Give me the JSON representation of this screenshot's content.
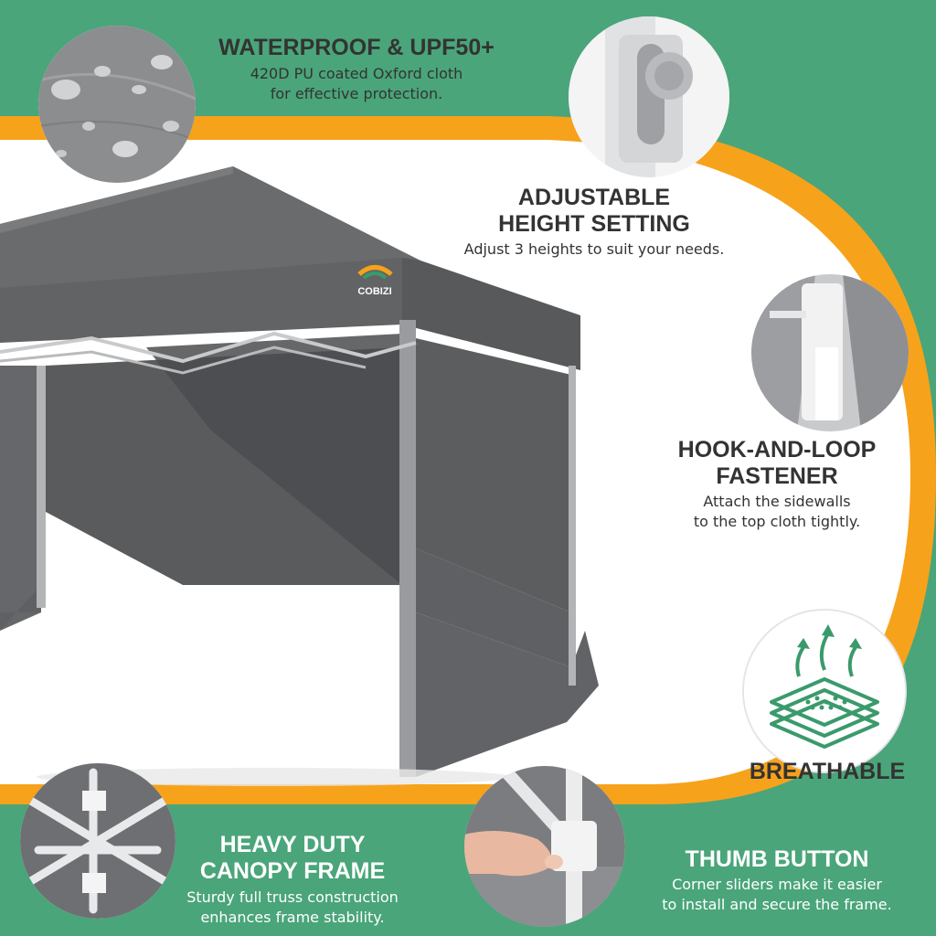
{
  "colors": {
    "background_green": "#4aa57a",
    "accent_orange": "#f7a21b",
    "panel_white": "#ffffff",
    "canopy_gray": "#6f7072",
    "heading_dark": "#333333",
    "icon_green": "#3a9a6c"
  },
  "brand": {
    "logo_text": "COBIZI"
  },
  "features": {
    "waterproof": {
      "title": "WATERPROOF & UPF50+",
      "desc_line1": "420D PU coated Oxford cloth",
      "desc_line2": "for effective protection."
    },
    "adjustable": {
      "title_line1": "ADJUSTABLE",
      "title_line2": "HEIGHT SETTING",
      "desc": "Adjust 3 heights to suit your needs."
    },
    "hook_loop": {
      "title_line1": "HOOK-AND-LOOP",
      "title_line2": "FASTENER",
      "desc_line1": "Attach the sidewalls",
      "desc_line2": "to the top cloth tightly."
    },
    "breathable": {
      "title": "BREATHABLE"
    },
    "frame": {
      "title_line1": "HEAVY DUTY",
      "title_line2": "CANOPY FRAME",
      "desc_line1": "Sturdy full truss construction",
      "desc_line2": "enhances frame stability."
    },
    "thumb": {
      "title": "THUMB BUTTON",
      "desc_line1": "Corner sliders make it easier",
      "desc_line2": "to install and secure the frame."
    }
  },
  "icons": {
    "waterproof": "water-droplets-fabric-icon",
    "adjustable": "height-adjuster-icon",
    "hook_loop": "velcro-strap-icon",
    "breathable": "breathable-layers-icon",
    "frame": "truss-frame-icon",
    "thumb": "thumb-button-icon"
  }
}
